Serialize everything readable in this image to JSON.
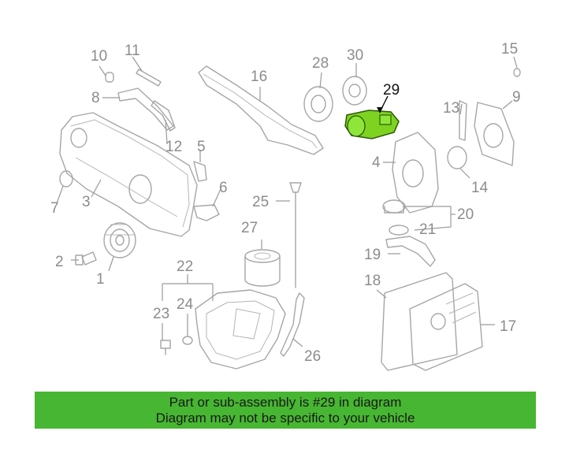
{
  "callouts": {
    "c1": "1",
    "c2": "2",
    "c3": "3",
    "c4": "4",
    "c5": "5",
    "c6": "6",
    "c7": "7",
    "c8": "8",
    "c9": "9",
    "c10": "10",
    "c11": "11",
    "c12": "12",
    "c13": "13",
    "c14": "14",
    "c15": "15",
    "c16": "16",
    "c17": "17",
    "c18": "18",
    "c19": "19",
    "c20": "20",
    "c21": "21",
    "c22": "22",
    "c23": "23",
    "c24": "24",
    "c25": "25",
    "c26": "26",
    "c27": "27",
    "c28": "28",
    "c29": "29",
    "c30": "30"
  },
  "banner": {
    "line1": "Part or sub-assembly is #29 in diagram",
    "line2": "Diagram may not be specific to your vehicle"
  },
  "colors": {
    "highlight_part": "#7ed321",
    "banner": "#47b632",
    "line_art": "#a6a6a6"
  }
}
